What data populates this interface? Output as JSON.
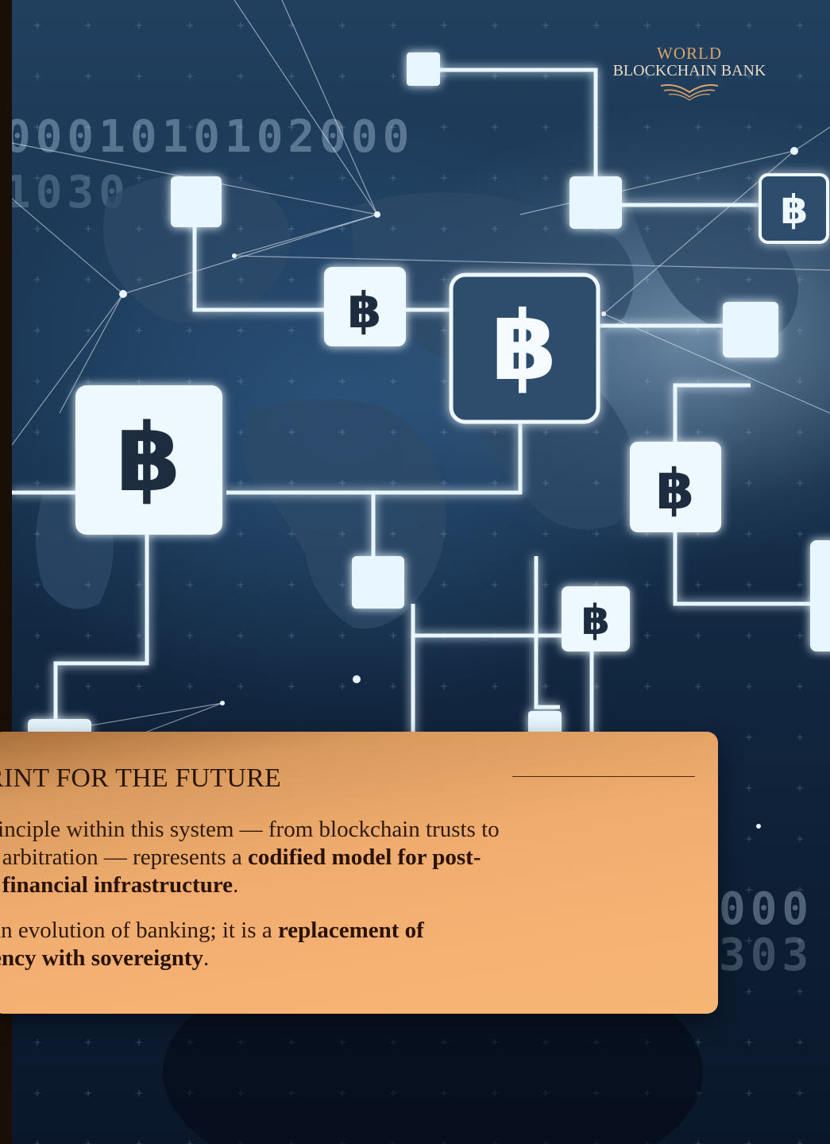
{
  "brand": {
    "line1": "WORLD",
    "line2": "BLOCKCHAIN BANK",
    "accent": "#d9a46a"
  },
  "background": {
    "binary_row1": "0001010102000",
    "binary_row2": "1030",
    "binary_row3": "000",
    "binary_row4": "303",
    "coin_symbol": "฿",
    "icon": "bitcoin-icon"
  },
  "card": {
    "title": "PRINT FOR THE FUTURE",
    "paragraph1": {
      "text_a": "principle within this system — from blockchain trusts to",
      "text_b": "in arbitration — represents a ",
      "bold_a": "codified model for post-",
      "bold_b": "al financial infrastructure",
      "end": "."
    },
    "paragraph2": {
      "text_a": "t an evolution of banking; it is a ",
      "bold_a": "replacement of",
      "bold_b": "dency with sovereignty",
      "end": "."
    },
    "gradient_from": "#a86f3c",
    "gradient_to": "#f7b574"
  }
}
